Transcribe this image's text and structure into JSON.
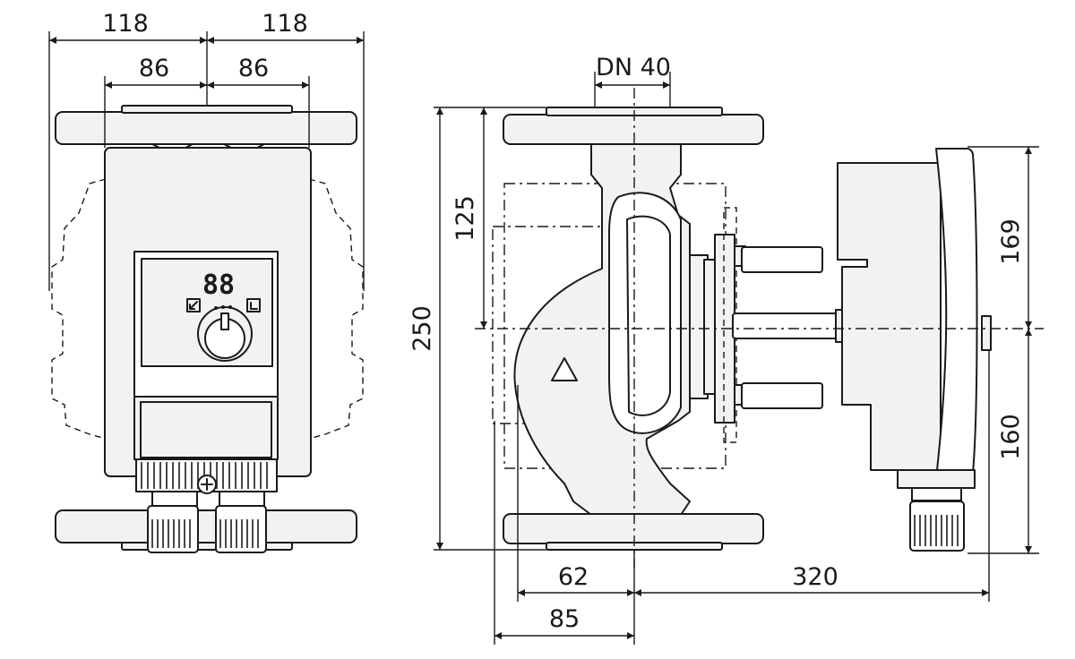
{
  "dimensions": {
    "front_half_width_left": "118",
    "front_half_width_right": "118",
    "front_inner_left": "86",
    "front_inner_right": "86",
    "nominal_diameter": "DN 40",
    "height_to_axis": "125",
    "overall_height": "250",
    "head_upper": "169",
    "head_lower": "160",
    "offset_62": "62",
    "offset_85": "85",
    "length_320": "320"
  },
  "display": {
    "digits": "88"
  }
}
